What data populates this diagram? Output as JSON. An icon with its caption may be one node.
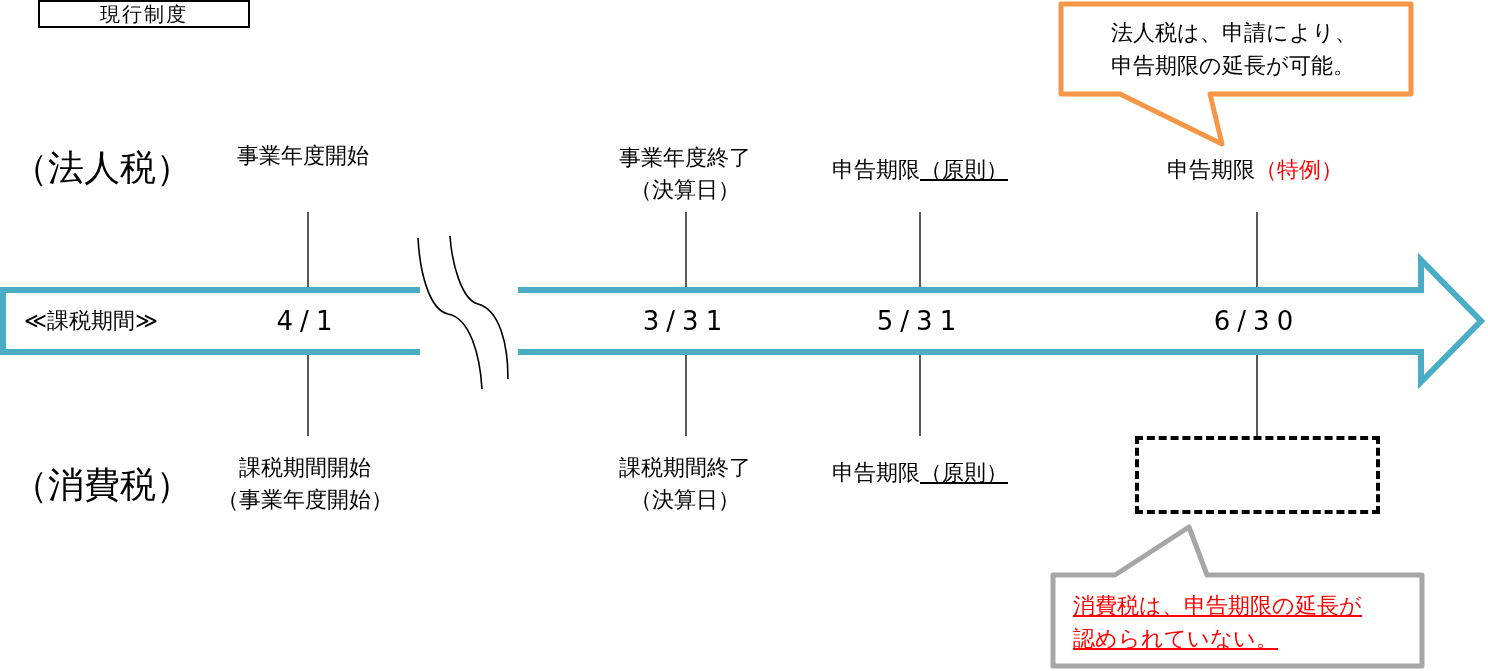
{
  "diagram": {
    "nodes": [
      {
        "text": [
          "現行制度"
        ]
      },
      {
        "text": [
          "（法人税）"
        ]
      },
      {
        "text": [
          "事業年度開始"
        ]
      },
      {
        "text": [
          "事業年度終了",
          "（決算日）"
        ]
      },
      {
        "text": [
          "申告期限",
          "（原則）"
        ]
      },
      {
        "text": [
          "申告期限",
          "（特例）"
        ]
      },
      {
        "text": [
          "法人税は、申請により、申告期限の延長が可能。"
        ]
      },
      {
        "text": [
          "≪課税期間≫"
        ]
      },
      {
        "text": [
          "4/1"
        ],
        "in": 7
      },
      {
        "text": [
          "3/31"
        ],
        "in": 7
      },
      {
        "text": [
          "5/31"
        ],
        "in": 7
      },
      {
        "text": [
          "6/30"
        ],
        "in": 7
      },
      {
        "text": [
          "（消費税）"
        ]
      },
      {
        "text": [
          "課税期間開始",
          "（事業年度開始）"
        ]
      },
      {
        "text": [
          "課税期間終了",
          "（決算日）"
        ]
      },
      {
        "text": [
          "申告期限",
          "（原則）"
        ]
      },
      {
        "text": [],
        "shape": "box"
      },
      {
        "text": [
          "消費税は、申告期限の延長が認められていない。"
        ]
      }
    ],
    "edges": [
      {
        "from": 2,
        "to": 8,
        "arrow": "none"
      },
      {
        "from": 3,
        "to": 9,
        "arrow": "none"
      },
      {
        "from": 4,
        "to": 10,
        "arrow": "none"
      },
      {
        "from": 5,
        "to": 11,
        "arrow": "none"
      },
      {
        "from": 8,
        "to": 13,
        "arrow": "none"
      },
      {
        "from": 9,
        "to": 14,
        "arrow": "none"
      },
      {
        "from": 10,
        "to": 15,
        "arrow": "none"
      },
      {
        "from": 11,
        "to": 16,
        "arrow": "none"
      }
    ]
  }
}
